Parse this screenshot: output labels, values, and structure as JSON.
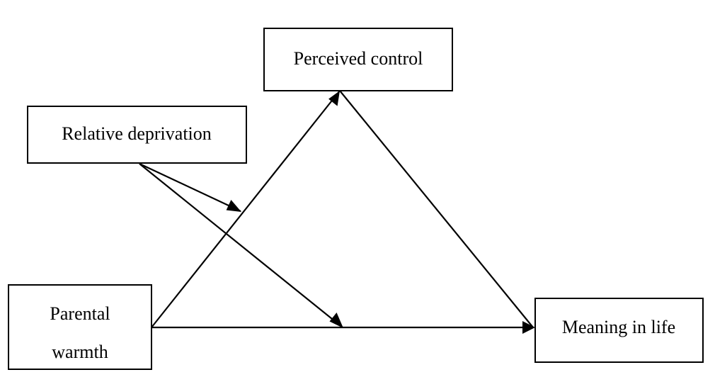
{
  "nodes": {
    "perceived_control": {
      "label": "Perceived control"
    },
    "relative_deprivation": {
      "label": "Relative deprivation"
    },
    "parental_warmth": {
      "line1": "Parental",
      "line2": "warmth"
    },
    "meaning_in_life": {
      "label": "Meaning in life"
    }
  },
  "colors": {
    "stroke": "#000000",
    "background": "#ffffff"
  }
}
